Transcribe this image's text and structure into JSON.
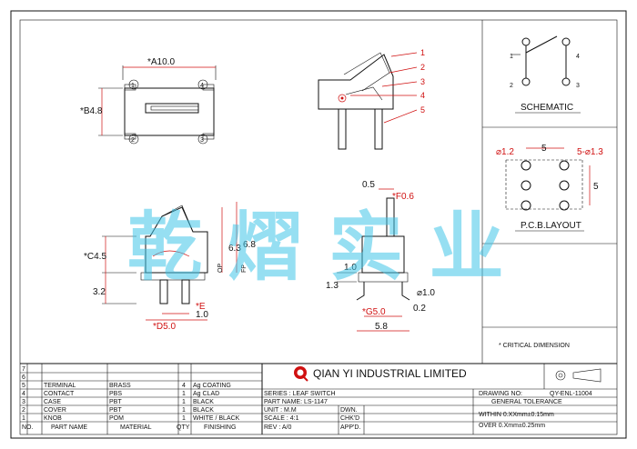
{
  "company": "QIAN YI INDUSTRIAL LIMITED",
  "watermark": "乾 熠 实 业",
  "schematic_label": "SCHEMATIC",
  "pcb_label": "P.C.B.LAYOUT",
  "critical_note": "* CRITICAL DIMENSION",
  "dimensions": {
    "top_width": "*A10.0",
    "top_height": "*B4.8",
    "side_height1": "6.3",
    "side_height2": "6.8",
    "op": "OP",
    "fp": "FP",
    "front_c": "*C4.5",
    "front_32": "3.2",
    "front_e": "*E",
    "front_10": "1.0",
    "front_d": "*D5.0",
    "right_05": "0.5",
    "right_f": "*F0.6",
    "right_10": "1.0",
    "right_13": "1.3",
    "right_g": "*G5.0",
    "right_phi": "⌀1.0",
    "right_02": "0.2",
    "right_58": "5.8",
    "pcb_phi12": "⌀1.2",
    "pcb_5": "5",
    "pcb_5phi13": "5-⌀1.3",
    "pcb_5v": "5"
  },
  "callouts": [
    "1",
    "2",
    "3",
    "4",
    "5"
  ],
  "pins": [
    "1",
    "2",
    "3",
    "4"
  ],
  "parts": [
    {
      "no": "7",
      "name": "",
      "material": "",
      "qty": "",
      "finish": ""
    },
    {
      "no": "6",
      "name": "",
      "material": "",
      "qty": "",
      "finish": ""
    },
    {
      "no": "5",
      "name": "TERMINAL",
      "material": "BRASS",
      "qty": "4",
      "finish": "Ag COATING"
    },
    {
      "no": "4",
      "name": "CONTACT",
      "material": "PBS",
      "qty": "1",
      "finish": "Ag CLAD"
    },
    {
      "no": "3",
      "name": "CASE",
      "material": "PBT",
      "qty": "1",
      "finish": "BLACK"
    },
    {
      "no": "2",
      "name": "COVER",
      "material": "PBT",
      "qty": "1",
      "finish": "BLACK"
    },
    {
      "no": "1",
      "name": "KNOB",
      "material": "POM",
      "qty": "1",
      "finish": "WHITE / BLACK"
    }
  ],
  "parts_header": {
    "no": "NO.",
    "name": "PART NAME",
    "material": "MATERIAL",
    "qty": "QTY",
    "finish": "FINISHING"
  },
  "title_block": {
    "series": "SERIES : LEAF SWITCH",
    "part_name": "PART NAME: LS-1147",
    "unit": "UNIT : M.M",
    "scale": "SCALE : 4:1",
    "rev": "REV  : A/0",
    "dwn": "DWN.",
    "chkd": "CHK'D",
    "appd": "APP'D.",
    "drawing_no_label": "DRAWING NO:",
    "drawing_no": "QY-ENL-11004",
    "general_tolerance": "GENERAL TOLERANCE",
    "within": "WITHIN 0.XXmm±0.15mm",
    "over": "OVER   0.Xmm±0.25mm"
  }
}
